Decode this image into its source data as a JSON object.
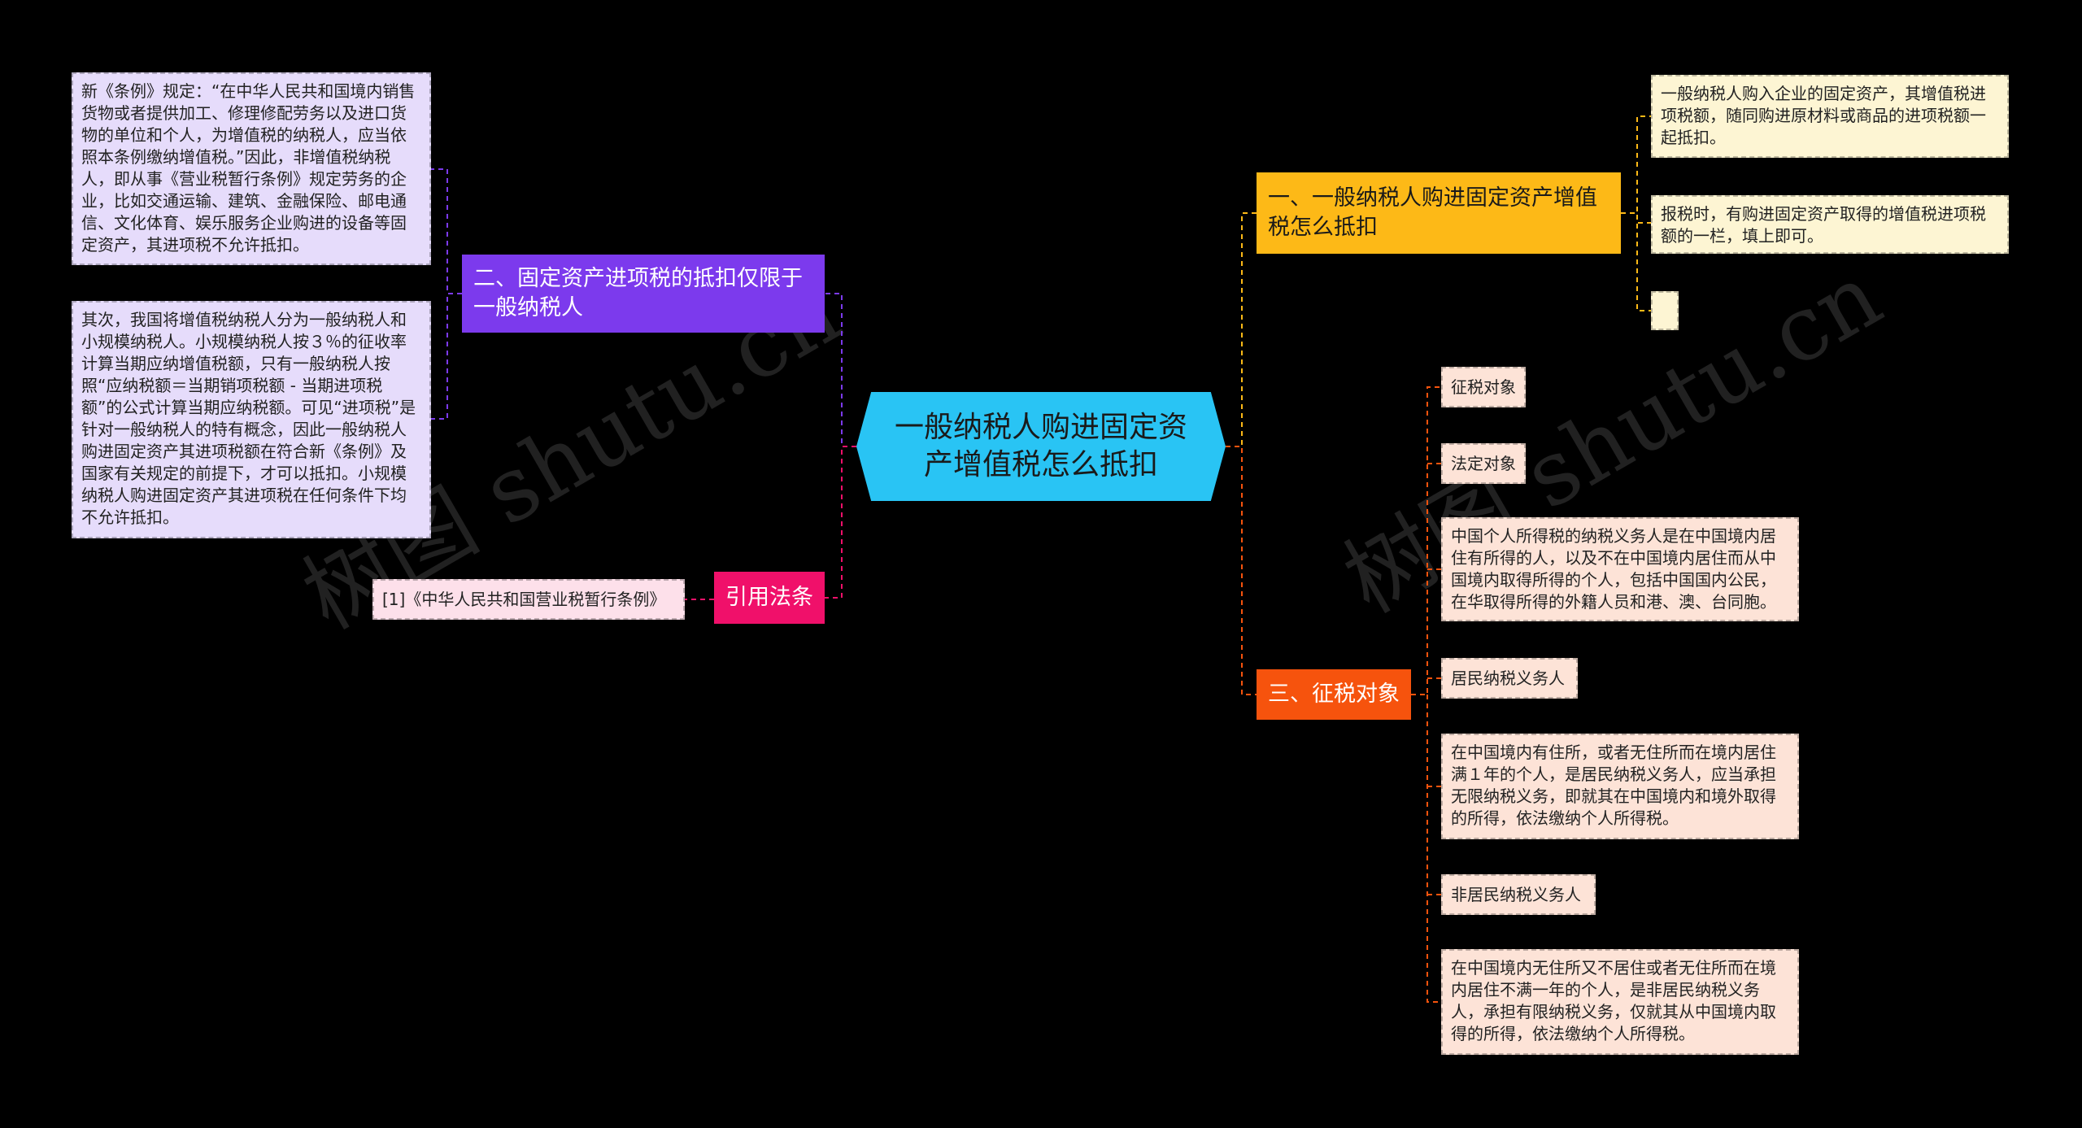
{
  "center": {
    "label": "一般纳税人购进固定资产增值税怎么抵扣"
  },
  "left": {
    "branch_fixed": {
      "label": "二、固定资产进项税的抵扣仅限于一般纳税人"
    },
    "leaf_regulation": {
      "text": "新《条例》规定：“在中华人民共和国境内销售货物或者提供加工、修理修配劳务以及进口货物的单位和个人，为增值税的纳税人，应当依照本条例缴纳增值税。”因此，非增值税纳税人，即从事《营业税暂行条例》规定劳务的企业，比如交通运输、建筑、金融保险、邮电通信、文化体育、娱乐服务企业购进的设备等固定资产，其进项税不允许抵扣。"
    },
    "leaf_classification": {
      "text": "其次，我国将增值税纳税人分为一般纳税人和小规模纳税人。小规模纳税人按３％的征收率计算当期应纳增值税额，只有一般纳税人按照“应纳税额＝当期销项税额 - 当期进项税额”的公式计算当期应纳税额。可见“进项税”是针对一般纳税人的特有概念，因此一般纳税人购进固定资产其进项税额在符合新《条例》及国家有关规定的前提下，才可以抵扣。小规模纳税人购进固定资产其进项税在任何条件下均不允许抵扣。"
    },
    "branch_cite": {
      "label": "引用法条"
    },
    "leaf_cite": {
      "text": "[1]《中华人民共和国营业税暂行条例》"
    }
  },
  "right": {
    "branch_deduct": {
      "label": "一、一般纳税人购进固定资产增值税怎么抵扣"
    },
    "leaf_deduct_1": {
      "text": "一般纳税人购入企业的固定资产，其增值税进项税额，随同购进原材料或商品的进项税额一起抵扣。"
    },
    "leaf_deduct_2": {
      "text": "报税时，有购进固定资产取得的增值税进项税额的一栏，填上即可。"
    },
    "branch_object": {
      "label": "三、征税对象"
    },
    "leaf_obj_title": {
      "text": "征税对象"
    },
    "leaf_legal_obj": {
      "text": "法定对象"
    },
    "leaf_obj_desc": {
      "text": "中国个人所得税的纳税义务人是在中国境内居住有所得的人，以及不在中国境内居住而从中国境内取得所得的个人，包括中国国内公民，在华取得所得的外籍人员和港、澳、台同胞。"
    },
    "leaf_resident": {
      "text": "居民纳税义务人"
    },
    "leaf_resident_desc": {
      "text": "在中国境内有住所，或者无住所而在境内居住满１年的个人，是居民纳税义务人，应当承担无限纳税义务，即就其在中国境内和境外取得的所得，依法缴纳个人所得税。"
    },
    "leaf_nonresident": {
      "text": "非居民纳税义务人"
    },
    "leaf_nonresident_desc": {
      "text": "在中国境内无住所又不居住或者无住所而在境内居住不满一年的个人，是非居民纳税义务人，承担有限纳税义务，仅就其从中国境内取得的所得，依法缴纳个人所得税。"
    }
  },
  "watermark": {
    "text": "树图 shutu.cn"
  },
  "colors": {
    "center": "#29c4f4",
    "purple": "#7c3aed",
    "pink": "#f0106a",
    "yellow": "#fdb917",
    "orange": "#f6530d"
  }
}
